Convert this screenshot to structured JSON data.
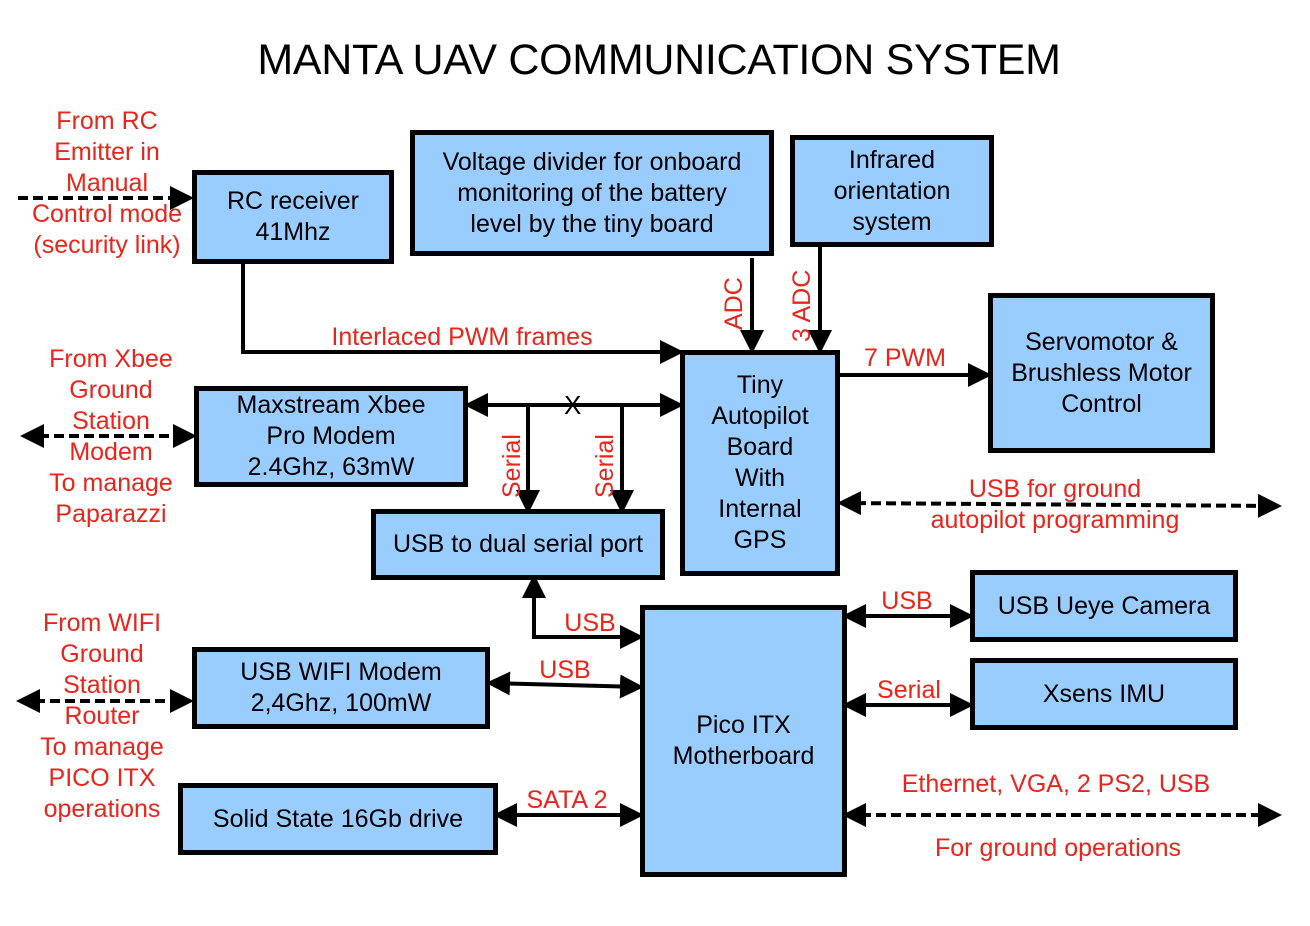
{
  "title": "MANTA UAV COMMUNICATION SYSTEM",
  "colors": {
    "box_fill": "#99ccff",
    "label": "#e8241b",
    "line": "#000000"
  },
  "blocks": {
    "rc_receiver": "RC receiver\n41Mhz",
    "voltage_divider": "Voltage divider for onboard\nmonitoring of the battery\nlevel by the tiny board",
    "infrared": "Infrared\norientation\nsystem",
    "servomotor": "Servomotor &\nBrushless Motor\nControl",
    "xbee_modem": "Maxstream Xbee\nPro Modem\n2.4Ghz, 63mW",
    "tiny_autopilot": "Tiny\nAutopilot\nBoard\nWith\nInternal\nGPS",
    "usb_dual_serial": "USB to dual serial port",
    "usb_wifi_modem": "USB WIFI Modem\n2,4Ghz, 100mW",
    "solid_state_drive": "Solid State 16Gb drive",
    "pico_itx": "Pico ITX\nMotherboard",
    "ueye_camera": "USB Ueye Camera",
    "xsens_imu": "Xsens IMU"
  },
  "external_sources": {
    "rc_emitter": "From RC\nEmitter in\nManual\nControl mode\n(security link)",
    "xbee_ground": "From Xbee\nGround\nStation\nModem\nTo manage\nPaparazzi",
    "wifi_ground": "From WIFI\nGround\nStation\nRouter\nTo manage\nPICO ITX\noperations"
  },
  "links": {
    "interlaced_pwm": "Interlaced PWM frames",
    "adc": "ADC",
    "three_adc": "3 ADC",
    "seven_pwm": "7 PWM",
    "serial_left": "Serial",
    "serial_right": "Serial",
    "cross_mark": "X",
    "usb_ground_programming": "USB for ground\nautopilot programming",
    "usb_dual_to_pico": "USB",
    "usb_wifi_to_pico": "USB",
    "sata": "SATA 2",
    "usb_camera": "USB",
    "serial_imu": "Serial",
    "ground_ports": "Ethernet, VGA, 2 PS2, USB",
    "ground_operations": "For ground operations"
  }
}
